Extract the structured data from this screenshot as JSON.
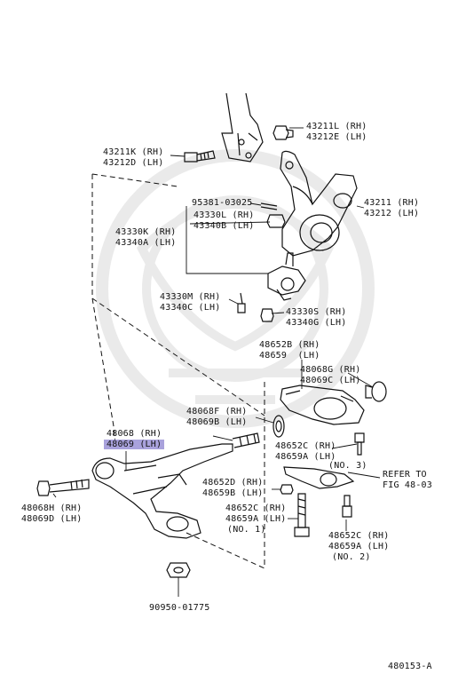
{
  "labels": {
    "p43211L": "43211L (RH)",
    "p43212E": "43212E (LH)",
    "p43211K": "43211K (RH)",
    "p43212D": "43212D (LH)",
    "p95381": "95381-03025",
    "p43330L": "43330L (RH)",
    "p43340B": "43340B (LH)",
    "p43211": "43211 (RH)",
    "p43212": "43212 (LH)",
    "p43330K": "43330K (RH)",
    "p43340A": "43340A (LH)",
    "p43330M": "43330M (RH)",
    "p43340C": "43340C (LH)",
    "p43330S": "43330S (RH)",
    "p43340G": "43340G (LH)",
    "p48652B": "48652B (RH)",
    "p48659": "48659  (LH)",
    "p48068G": "48068G (RH)",
    "p48069C": "48069C (LH)",
    "p48068F": "48068F (RH)",
    "p48069B": "48069B (LH)",
    "p48068": "48068 (RH)",
    "p48069": "48069 (LH)",
    "p48652C_a": "48652C (RH)",
    "p48659A_a": "48659A (LH)",
    "no3": "(NO. 3)",
    "refer1": "REFER TO",
    "refer2": "FIG 48-03",
    "p48652D": "48652D (RH)",
    "p48659B": "48659B (LH)",
    "p48068H": "48068H (RH)",
    "p48069D": "48069D (LH)",
    "p48652C_b": "48652C (RH)",
    "p48659A_b": "48659A (LH)",
    "no1": "(NO. 1)",
    "p48652C_c": "48652C (RH)",
    "p48659A_c": "48659A (LH)",
    "no2": "(NO. 2)",
    "p90950": "90950-01775",
    "figure_id": "480153-A"
  },
  "colors": {
    "highlight": "#a9a2dc",
    "ink": "#111111"
  }
}
